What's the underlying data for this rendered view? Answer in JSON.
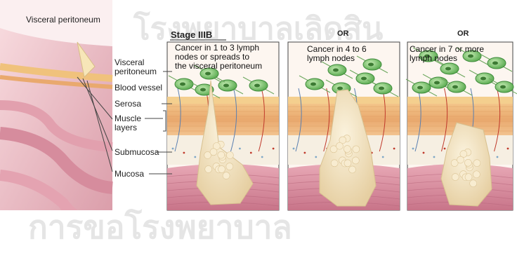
{
  "header_label": "Visceral peritoneum",
  "stage_title": "Stage IIIB",
  "or_labels": [
    "OR",
    "OR"
  ],
  "layer_labels": {
    "visceral_peritoneum": "Visceral\nperitoneum",
    "blood_vessel": "Blood vessel",
    "serosa": "Serosa",
    "muscle_layers": "Muscle\nlayers",
    "submucosa": "Submucosa",
    "mucosa": "Mucosa"
  },
  "panels": [
    {
      "caption": "Cancer in 1 to 3 lymph\nnodes or spreads to\nthe visceral peritoneum"
    },
    {
      "caption": "Cancer in 4 to 6\nlymph nodes"
    },
    {
      "caption": "Cancer in 7 or more\nlymph nodes"
    }
  ],
  "watermark": {
    "top": "โรงพยาบาลเลิดสิน",
    "bottom": "การขอโรงพยาบาล"
  },
  "colors": {
    "serosa": "#f4cf8e",
    "muscle": "#e9ab76",
    "submucosa": "#f6efe2",
    "mucosa": "#d7879b",
    "lymph_node": "#7bc66a",
    "tumor": "#f3e4c2"
  }
}
